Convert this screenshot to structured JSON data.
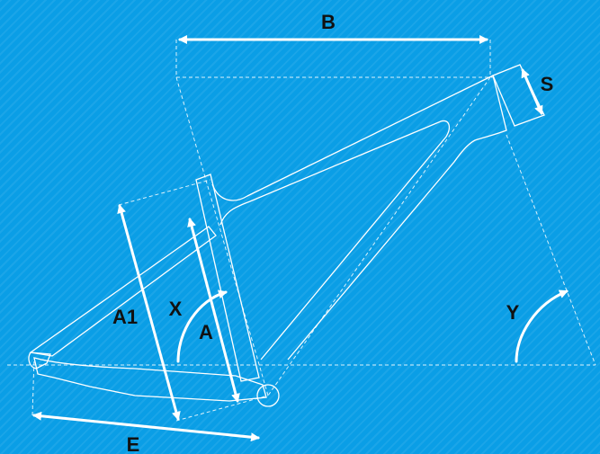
{
  "labels": {
    "b": "B",
    "s": "S",
    "a1": "A1",
    "x": "X",
    "a": "A",
    "y": "Y",
    "e": "E"
  },
  "colors": {
    "background": "#0a9ee6",
    "lines": "#ffffff",
    "text": "#111111"
  }
}
